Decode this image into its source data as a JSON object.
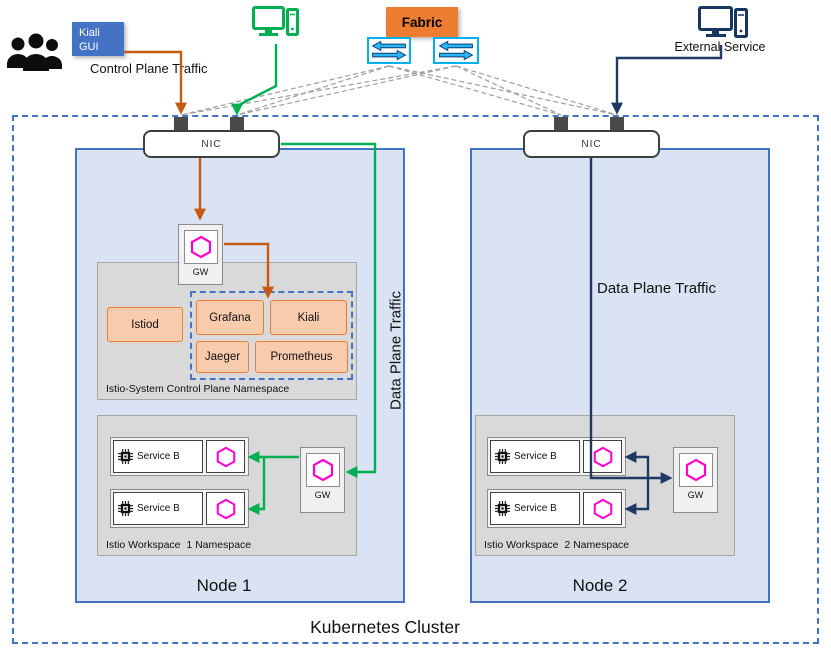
{
  "top": {
    "kiali_gui_line1": "Kiali",
    "kiali_gui_line2": "GUI",
    "control_plane_traffic_label": "Control Plane Traffic",
    "fabric_label": "Fabric",
    "external_service_label": "External Service"
  },
  "cluster": {
    "label": "Kubernetes Cluster",
    "node1_label": "Node 1",
    "node2_label": "Node 2",
    "nic_label": "NIC",
    "gw_label": "GW",
    "data_plane_traffic_label": "Data Plane Traffic",
    "control_plane_namespace": {
      "label": "Istio-System Control Plane Namespace",
      "istiod_label": "Istiod",
      "grafana_label": "Grafana",
      "kiali_label": "Kiali",
      "jaeger_label": "Jaeger",
      "prometheus_label": "Prometheus"
    },
    "workspace1": {
      "label": "Istio Workspace  1 Namespace"
    },
    "workspace2": {
      "label": "Istio Workspace  2 Namespace"
    },
    "service_label": "Service B"
  },
  "colors": {
    "control_plane_arrow": "#C55A11",
    "data_plane_green": "#00B050",
    "data_plane_navy": "#1F3864",
    "fabric_orange": "#ED7D31",
    "kiali_blue": "#4472C4",
    "node_fill": "#DAE3F3",
    "namespace_fill": "#D9D9D9",
    "app_box_fill": "#F8CBAD",
    "proxy_magenta": "#FF00CC",
    "switch_cyan": "#00B0F0"
  }
}
